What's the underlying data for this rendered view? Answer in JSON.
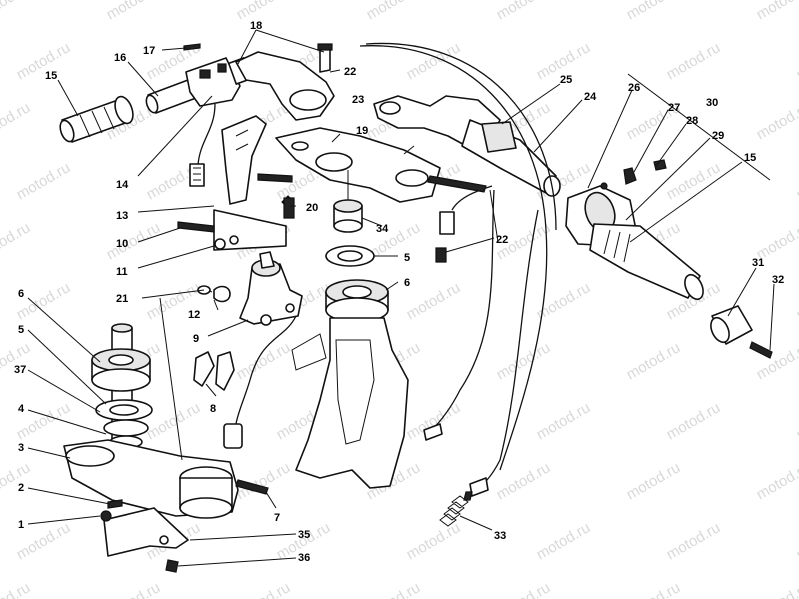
{
  "watermark": "motod.ru",
  "callouts": [
    {
      "id": "c1",
      "text": "1"
    },
    {
      "id": "c2",
      "text": "2"
    },
    {
      "id": "c3",
      "text": "3"
    },
    {
      "id": "c4",
      "text": "4"
    },
    {
      "id": "c5a",
      "text": "5"
    },
    {
      "id": "c5b",
      "text": "5"
    },
    {
      "id": "c6a",
      "text": "6"
    },
    {
      "id": "c6b",
      "text": "6"
    },
    {
      "id": "c7",
      "text": "7"
    },
    {
      "id": "c8",
      "text": "8"
    },
    {
      "id": "c9",
      "text": "9"
    },
    {
      "id": "c10",
      "text": "10"
    },
    {
      "id": "c11",
      "text": "11"
    },
    {
      "id": "c12",
      "text": "12"
    },
    {
      "id": "c13",
      "text": "13"
    },
    {
      "id": "c14",
      "text": "14"
    },
    {
      "id": "c15a",
      "text": "15"
    },
    {
      "id": "c15b",
      "text": "15"
    },
    {
      "id": "c16",
      "text": "16"
    },
    {
      "id": "c17",
      "text": "17"
    },
    {
      "id": "c18",
      "text": "18"
    },
    {
      "id": "c19",
      "text": "19"
    },
    {
      "id": "c20",
      "text": "20"
    },
    {
      "id": "c21",
      "text": "21"
    },
    {
      "id": "c22a",
      "text": "22"
    },
    {
      "id": "c22b",
      "text": "22"
    },
    {
      "id": "c23",
      "text": "23"
    },
    {
      "id": "c24",
      "text": "24"
    },
    {
      "id": "c25",
      "text": "25"
    },
    {
      "id": "c26",
      "text": "26"
    },
    {
      "id": "c27",
      "text": "27"
    },
    {
      "id": "c28",
      "text": "28"
    },
    {
      "id": "c29",
      "text": "29"
    },
    {
      "id": "c30",
      "text": "30"
    },
    {
      "id": "c31",
      "text": "31"
    },
    {
      "id": "c32",
      "text": "32"
    },
    {
      "id": "c33",
      "text": "33"
    },
    {
      "id": "c34",
      "text": "34"
    },
    {
      "id": "c35",
      "text": "35"
    },
    {
      "id": "c36",
      "text": "36"
    },
    {
      "id": "c37",
      "text": "37"
    }
  ]
}
